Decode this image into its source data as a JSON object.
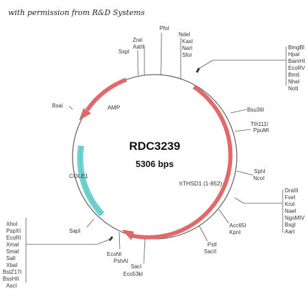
{
  "caption": "with permission from R&D Systems",
  "plasmid": {
    "name": "RDC3239",
    "size": "5306 bps"
  },
  "features": {
    "amp": "AMP",
    "cole1": "COLE1",
    "insert": "hTHSD1 (1-852)"
  },
  "sites": {
    "top": [
      "SspI",
      "ZraI",
      "AatII",
      "PfoI",
      "NdeI",
      "KasI",
      "NarI",
      "SfoI"
    ],
    "mcs_right": [
      "BmgBI",
      "HpaI",
      "BamHI",
      "EcoRV",
      "BmtI",
      "NheI",
      "NotI"
    ],
    "bsu36i": "Bsu36I",
    "tth_group": [
      "Tth111I",
      "PpuMI"
    ],
    "sph_group": [
      "SphI",
      "NcoI"
    ],
    "drai_group": [
      "DraIII",
      "FseI",
      "KroI",
      "NaeI",
      "NgoMIV",
      "BsgI",
      "AarI"
    ],
    "acc_group": [
      "Acc65I",
      "KpnI"
    ],
    "pst_group": [
      "PstI",
      "SacII"
    ],
    "sac_group": [
      "SacI",
      "Eco53kI"
    ],
    "eco_group": [
      "EcoNI",
      "PshAI"
    ],
    "sapi": "SapI",
    "bsai": "BsaI",
    "mcs_left": [
      "XhoI",
      "PspXI",
      "EcoRI",
      "XmaI",
      "SmaI",
      "SalI",
      "XbaI",
      "BstZ17I",
      "BssHII",
      "AscI"
    ]
  },
  "colors": {
    "amp": "#e06a6a",
    "insert": "#e06a6a",
    "cole1": "#72d2d2",
    "backbone": "#666666"
  }
}
